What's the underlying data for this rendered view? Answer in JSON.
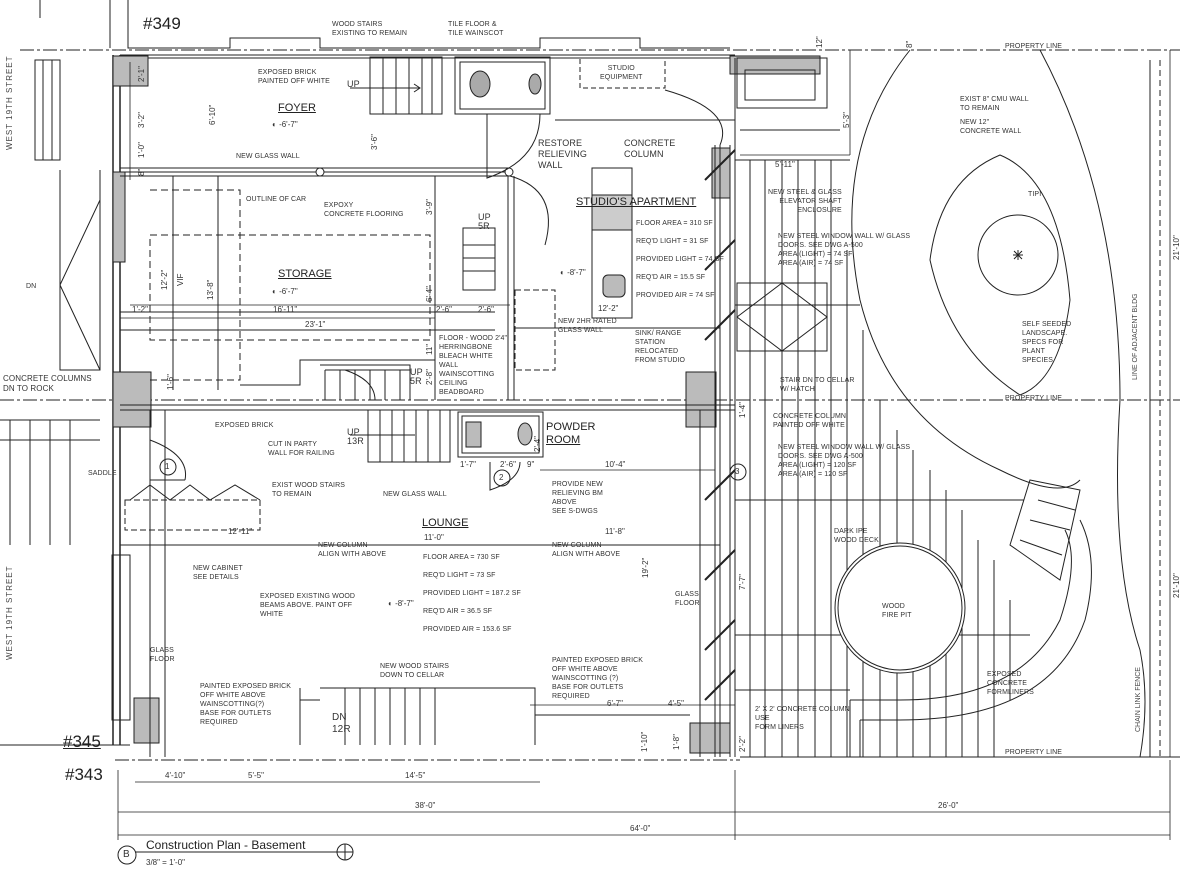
{
  "drawing": {
    "title": "Construction Plan - Basement",
    "scale": "3/8\" = 1'-0\"",
    "view_marker": "B"
  },
  "addresses": [
    "#349",
    "#345",
    "#343"
  ],
  "streets": [
    "WEST 19TH STREET",
    "WEST 19TH STREET"
  ],
  "rooms": {
    "foyer": "FOYER",
    "storage": "STORAGE",
    "studio_apartment": "STUDIO'S APARTMENT",
    "powder_room_1": "POWDER",
    "powder_room_2": "ROOM",
    "lounge": "LOUNGE"
  },
  "room_data": {
    "studio": [
      "FLOOR AREA = 310 SF",
      "REQ'D LIGHT = 31 SF",
      "PROVIDED LIGHT = 74 SF",
      "REQ'D AIR = 15.5 SF",
      "PROVIDED AIR = 74 SF"
    ],
    "lounge": [
      "FLOOR AREA = 730 SF",
      "REQ'D LIGHT = 73 SF",
      "PROVIDED LIGHT = 187.2 SF",
      "REQ'D AIR = 36.5 SF",
      "PROVIDED AIR = 153.6 SF"
    ]
  },
  "elevations": {
    "foyer": "-6'-7\"",
    "storage": "-6'-7\"",
    "studio": "-8'-7\"",
    "lounge": "-8'-7\""
  },
  "notes": {
    "wood_stairs": "WOOD STAIRS\nEXISTING TO REMAIN",
    "tile_floor": "TILE FLOOR &\nTILE WAINSCOT",
    "exposed_brick_top": "EXPOSED BRICK\nPAINTED OFF WHITE",
    "studio_equipment": "STUDIO\nEQUIPMENT",
    "restore_wall": "RESTORE\nRELIEVING\nWALL",
    "concrete_column": "CONCRETE\nCOLUMN",
    "new_glass_wall_top": "NEW GLASS WALL",
    "outline_car": "OUTLINE OF CAR",
    "epoxy": "EXPOXY\nCONCRETE FLOORING",
    "new_2hr": "NEW 2HR RATED\nGLASS WALL",
    "sink_range": "SINK/ RANGE\nSTATION\nRELOCATED\nFROM STUDIO",
    "floor_wood": "FLOOR - WOOD 2'4\"\nHERRINGBONE\nBLEACH WHITE\nWALL\nWAINSCOTTING\nCEILING\nBEADBOARD",
    "concrete_columns_rock": "CONCRETE COLUMNS\nDN TO ROCK",
    "exposed_brick": "EXPOSED BRICK",
    "cut_party_wall": "CUT IN PARTY\nWALL FOR RAILING",
    "exist_wood_stairs": "EXIST WOOD STAIRS\nTO REMAIN",
    "new_glass_wall_mid": "NEW GLASS WALL",
    "provide_relieving": "PROVIDE NEW\nRELIEVING BM\nABOVE\nSEE S-DWGS",
    "saddle": "SADDLE",
    "new_column_left": "NEW COLUMN\nALIGN WITH ABOVE",
    "new_column_right": "NEW COLUMN\nALIGN WITH ABOVE",
    "new_cabinet": "NEW CABINET\nSEE DETAILS",
    "exposed_beams": "EXPOSED EXISTING WOOD\nBEAMS ABOVE. PAINT OFF\nWHITE",
    "glass_floor_left": "GLASS\nFLOOR",
    "glass_floor_right": "GLASS\nFLOOR",
    "new_wood_stairs": "NEW WOOD STAIRS\nDOWN TO CELLAR",
    "painted_brick_left": "PAINTED EXPOSED BRICK\nOFF WHITE ABOVE\nWAINSCOTTING(?)\nBASE FOR OUTLETS\nREQUIRED",
    "painted_brick_right": "PAINTED EXPOSED BRICK\nOFF WHITE ABOVE\nWAINSCOTTING (?)\nBASE FOR OUTLETS\nREQUIRED",
    "exist_cmu": "EXIST 8\" CMU WALL\nTO REMAIN",
    "new_concrete_wall": "NEW 12\"\nCONCRETE WALL",
    "elevator": "NEW STEEL & GLASS\nELEVATOR SHAFT\nENCLOSURE",
    "window_wall_top": "NEW STEEL WINDOW WALL W/ GLASS\nDOORS. SEE DWG A-500\nAREA (LIGHT) = 74 SF\nAREA (AIR) = 74 SF",
    "tipi": "TIPI",
    "self_seeded": "SELF SEEDED\nLANDSCAPE.\nSPECS FOR\nPLANT\nSPECIES",
    "line_adjacent": "LINE OF ADJACENT BLDG",
    "stair_hatch": "STAIR DN TO CELLAR\nW/ HATCH",
    "col_painted": "CONCRETE COLUMN\nPAINTED OFF WHITE",
    "window_wall_bottom": "NEW STEEL WINDOW WALL W/ GLASS\nDOORS. SEE DWG A-500\nAREA (LIGHT) = 120 SF\nAREA (AIR) = 120 SF",
    "dark_ipe": "DARK IPE\nWOOD DECK",
    "fire_pit": "WOOD\nFIRE PIT",
    "formliners": "EXPOSED\nCONCRETE\nFORMLINERS",
    "col_2x2": "2' x 2' CONCRETE COLUMN\nUSE\nFORM LINERS",
    "chain_link": "CHAIN LINK FENCE",
    "property_line_top": "PROPERTY LINE",
    "property_line_mid": "PROPERTY LINE",
    "property_line_bot": "PROPERTY LINE",
    "dn": "DN",
    "studio_stairs_up": "UP\n5R",
    "lower_stairs_up": "UP\n5R",
    "foyer_up": "UP",
    "lounge_up": "UP\n13R",
    "cellar_dn": "DN\n12R"
  },
  "tags": [
    "1",
    "2",
    "3"
  ],
  "dimensions": {
    "d_2_1": "2'-1\"",
    "d_3_2": "3'-2\"",
    "d_6_10": "6'-10\"",
    "d_1_0": "1'-0\"",
    "d_8": "8\"",
    "d_3_6": "3'-6\"",
    "d_3_9": "3'-9\"",
    "d_12_2": "12'-2\"",
    "d_vif": "VIF",
    "d_13_8": "13'-8\"",
    "d_1_2": "1'-2\"",
    "d_16_11": "16'-11\"",
    "d_23_1": "23'-1\"",
    "d_2_6a": "2'-6\"",
    "d_2_6b": "2'-6\"",
    "d_6_4": "6'-4\"",
    "d_11": "11\"",
    "d_2_8": "2'-8\"",
    "d_1_6": "1'-6\"",
    "d_1_7": "1'-7\"",
    "d_2_6c": "2'-6\"",
    "d_9": "9\"",
    "d_2_4": "2'-4\"",
    "d_10_4": "10'-4\"",
    "d_12_11": "12'-11\"",
    "d_11_0": "11'-0\"",
    "d_11_8": "11'-8\"",
    "d_19_2": "19'-2\"",
    "d_6_7": "6'-7\"",
    "d_4_5": "4'-5\"",
    "d_1_10": "1'-10\"",
    "d_1_8": "1'-8\"",
    "d_2_2": "2'-2\"",
    "d_7_7": "7'-7\"",
    "d_1_4": "1'-4\"",
    "d_12_2b": "12'-2\"",
    "d_12in": "12\"",
    "d_8in": "8\"",
    "d_5_3": "5'-3\"",
    "d_5_11": "5'-11\"",
    "d_21_10a": "21'-10\"",
    "d_21_10b": "21'-10\"",
    "d_4_10": "4'-10\"",
    "d_5_5": "5'-5\"",
    "d_14_5": "14'-5\"",
    "d_38_0": "38'-0\"",
    "d_26_0": "26'-0\"",
    "d_64_0": "64'-0\""
  }
}
